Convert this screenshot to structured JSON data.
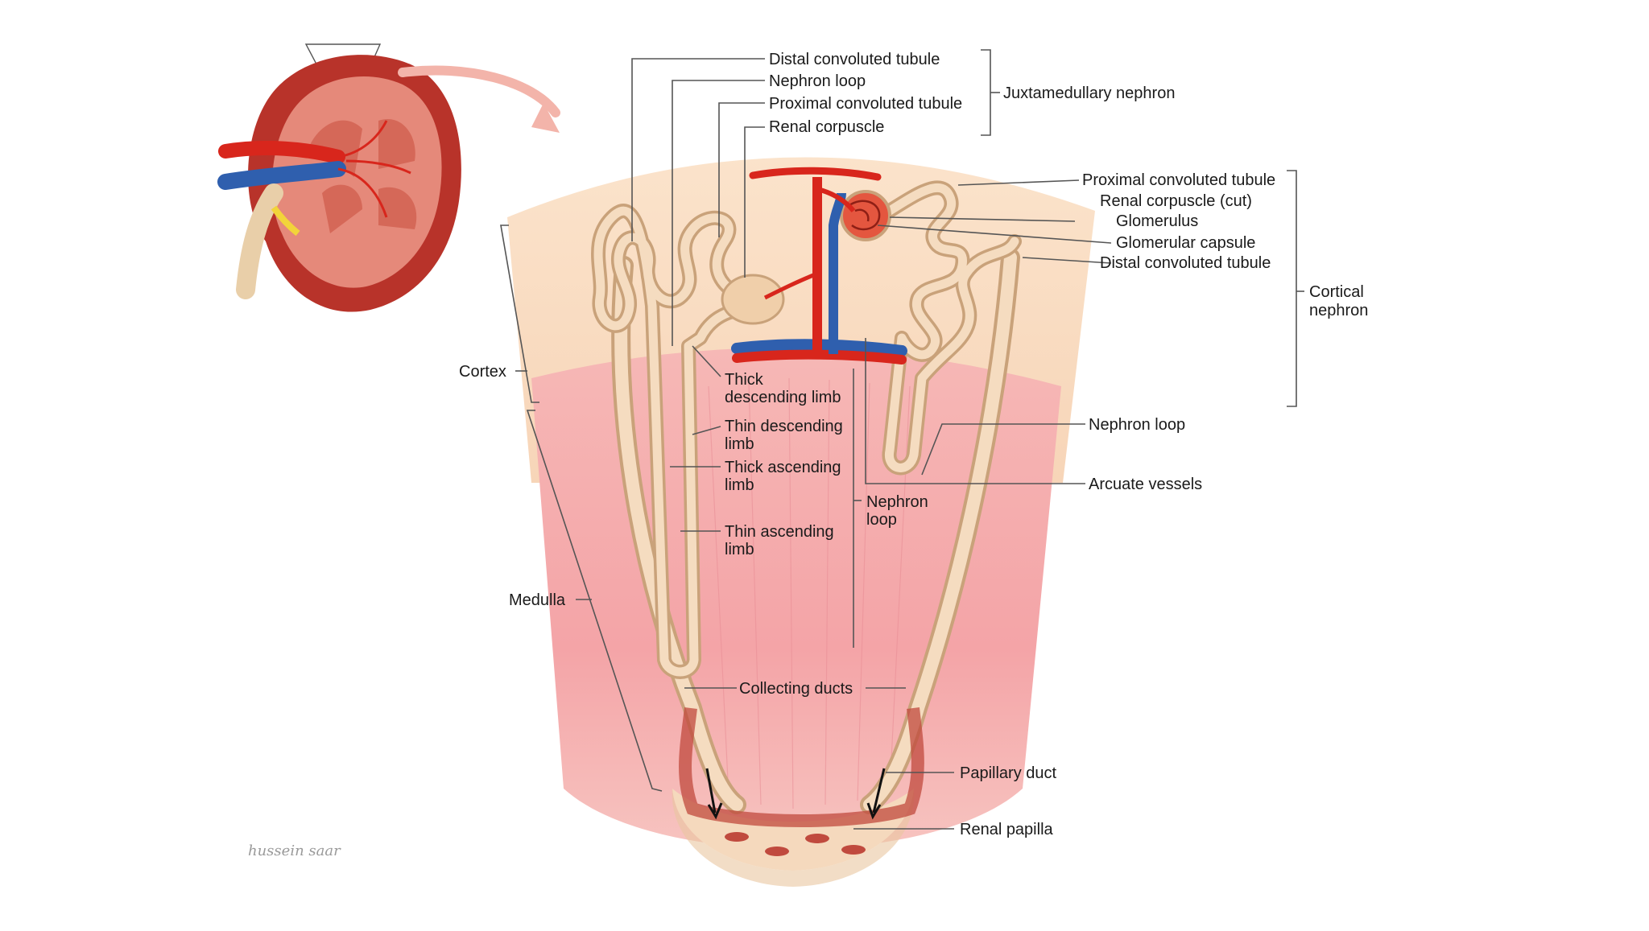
{
  "labels": {
    "jm_distal": "Distal convoluted tubule",
    "jm_loop": "Nephron loop",
    "jm_proximal": "Proximal convoluted tubule",
    "jm_corpuscle": "Renal corpuscle",
    "juxtamedullary": "Juxtamedullary nephron",
    "c_proximal": "Proximal convoluted tubule",
    "c_corpuscle_cut": "Renal corpuscle (cut)",
    "c_glomerulus": "Glomerulus",
    "c_capsule": "Glomerular capsule",
    "c_distal": "Distal convoluted tubule",
    "cortical_1": "Cortical",
    "cortical_2": "nephron",
    "c_loop": "Nephron loop",
    "arcuate": "Arcuate vessels",
    "cortex": "Cortex",
    "medulla": "Medulla",
    "thick_desc_1": "Thick",
    "thick_desc_2": "descending limb",
    "thin_desc_1": "Thin descending",
    "thin_desc_2": "limb",
    "thick_asc_1": "Thick ascending",
    "thick_asc_2": "limb",
    "thin_asc_1": "Thin ascending",
    "thin_asc_2": "limb",
    "mid_loop_1": "Nephron",
    "mid_loop_2": "loop",
    "collecting": "Collecting ducts",
    "papillary": "Papillary duct",
    "papilla": "Renal papilla"
  },
  "watermark": "hussein saar",
  "colors": {
    "cortex": "#f8dcc0",
    "medulla": "#f3a6a8",
    "papilla": "#f5d9bd",
    "tubule": "#e9c7a0",
    "artery": "#d8261c",
    "vein": "#2f5fae",
    "kidney": "#b8332a"
  }
}
